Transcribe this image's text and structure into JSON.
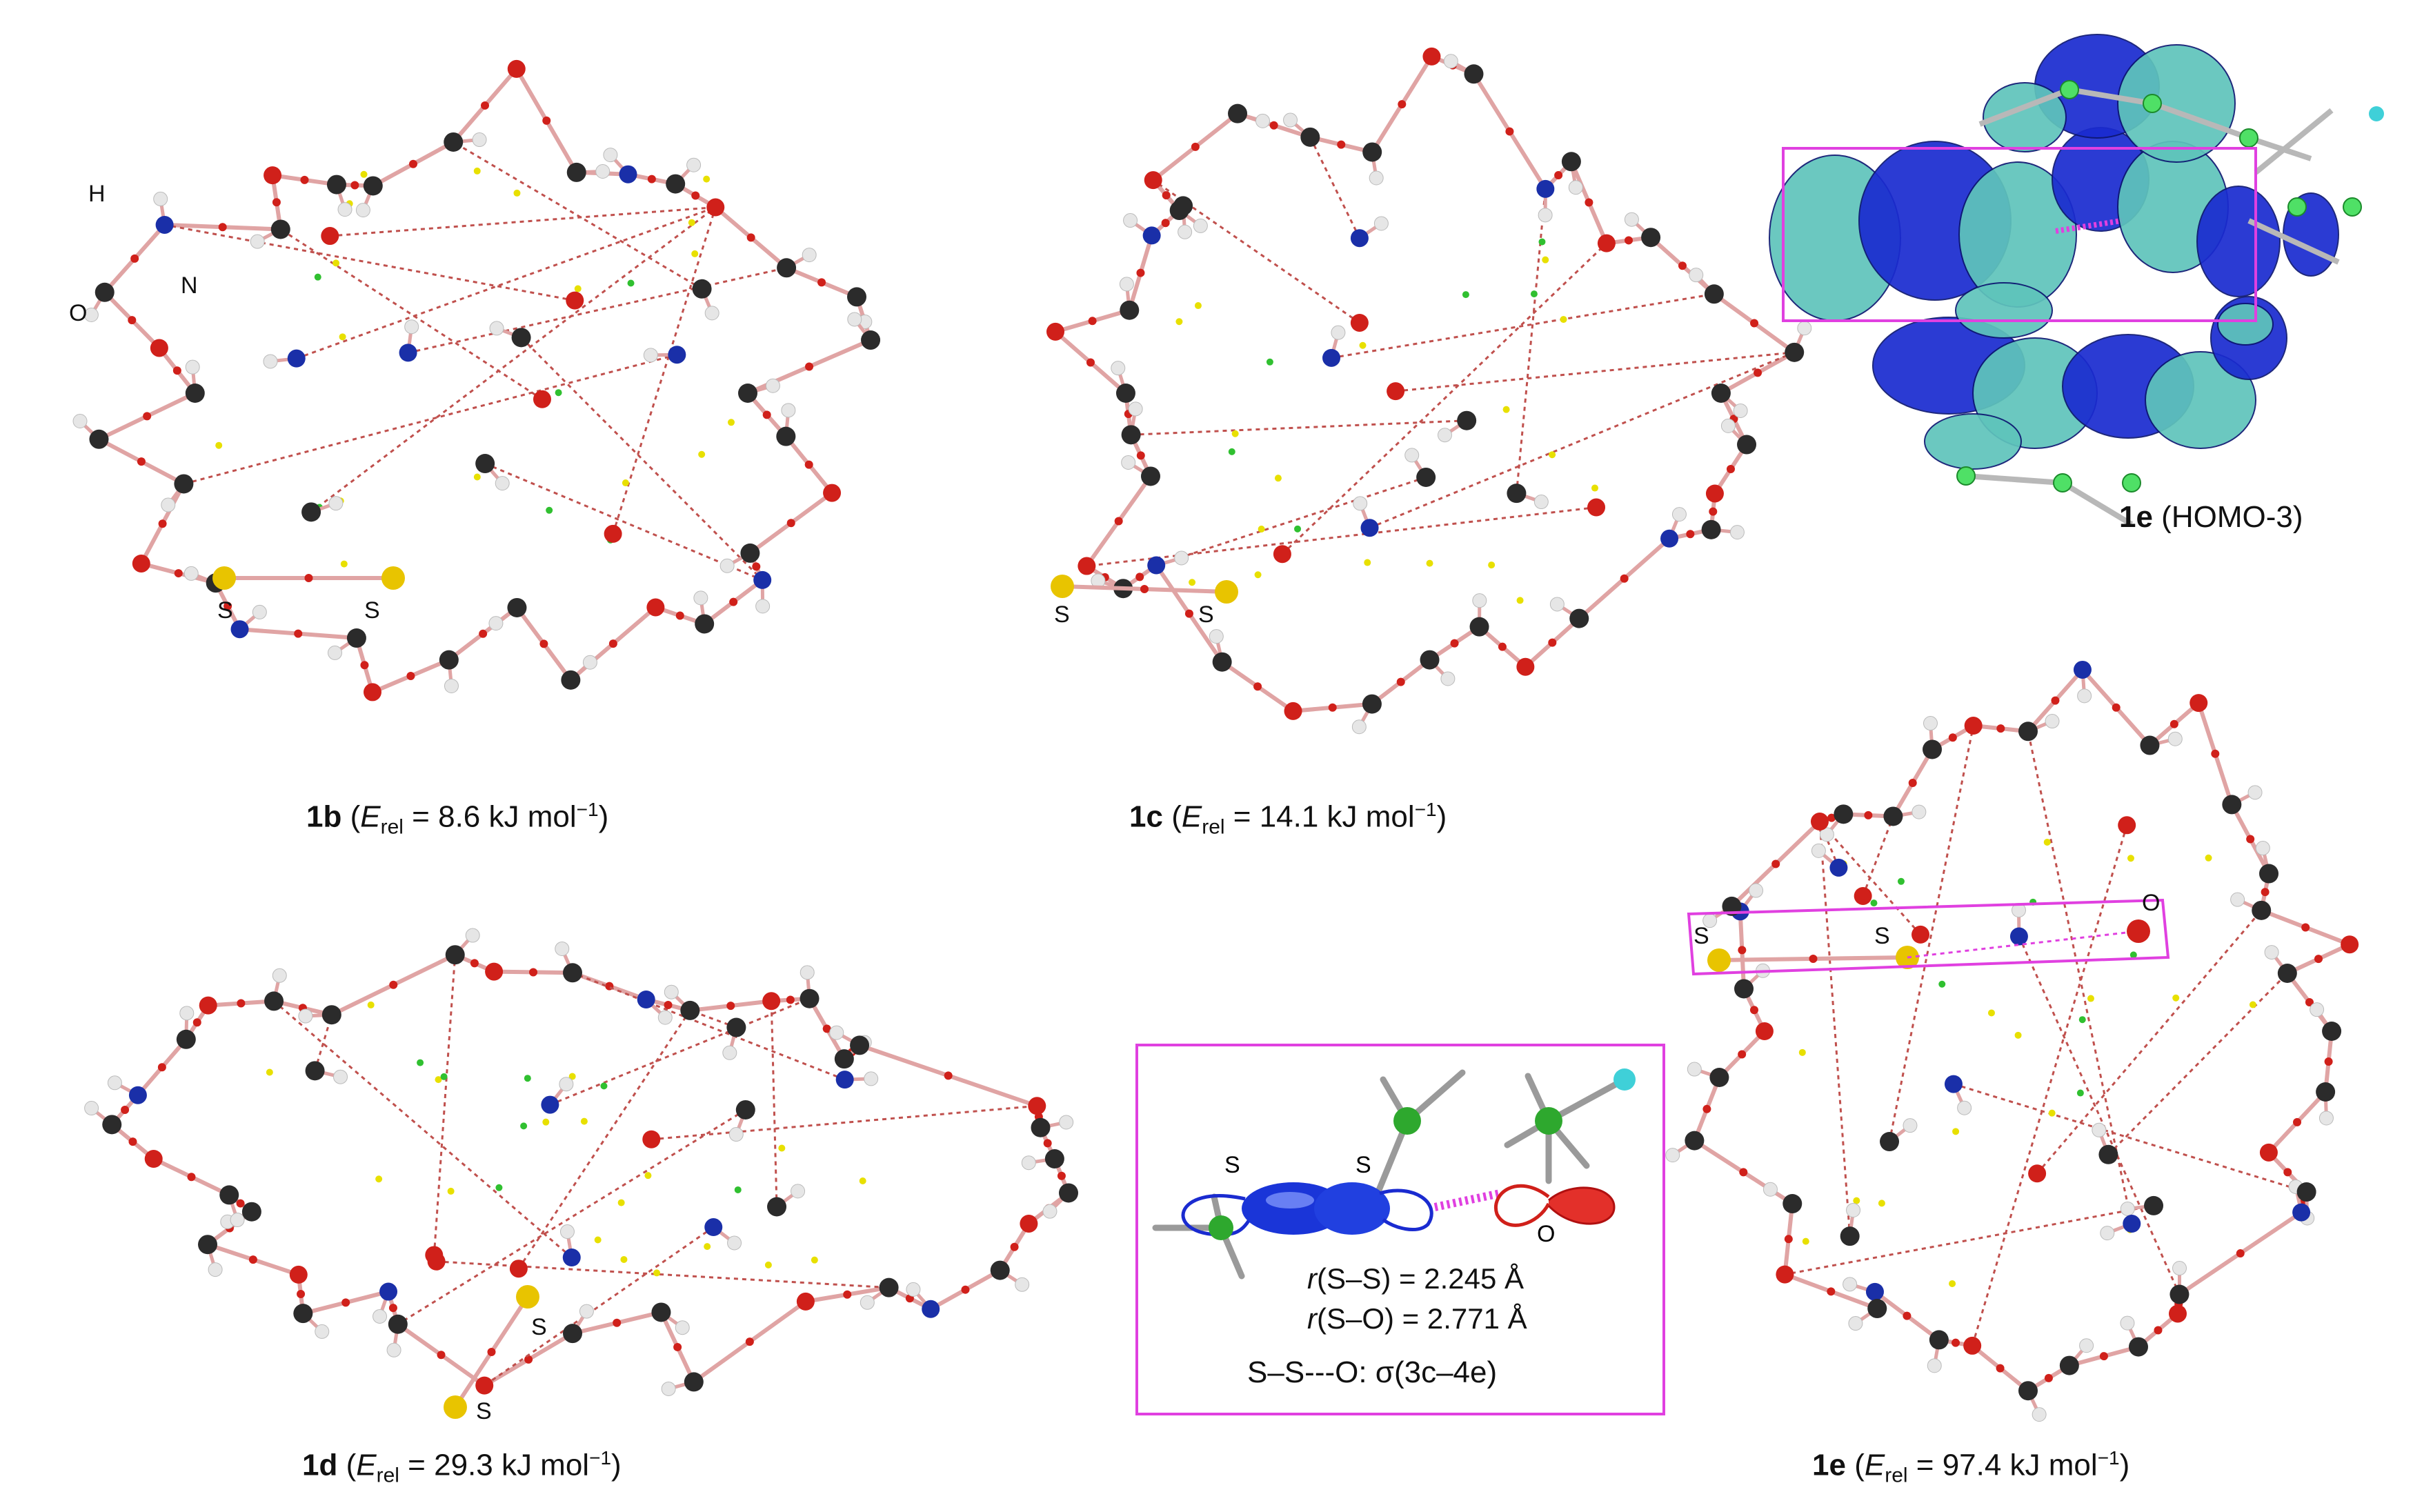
{
  "panels": [
    {
      "id": "1b",
      "caption_bold": "1b",
      "caption_open": "(",
      "e_symbol": "E",
      "e_sub": "rel",
      "e_value": " = 8.6 kJ mol",
      "e_exp": "−1",
      "caption_close": ")"
    },
    {
      "id": "1c",
      "caption_bold": "1c",
      "caption_open": "(",
      "e_symbol": "E",
      "e_sub": "rel",
      "e_value": " = 14.1 kJ mol",
      "e_exp": "−1",
      "caption_close": ")"
    },
    {
      "id": "1d",
      "caption_bold": "1d",
      "caption_open": "(",
      "e_symbol": "E",
      "e_sub": "rel",
      "e_value": " = 29.3 kJ mol",
      "e_exp": "−1",
      "caption_close": ")"
    },
    {
      "id": "1e",
      "caption_bold": "1e",
      "caption_open": "(",
      "e_symbol": "E",
      "e_sub": "rel",
      "e_value": " = 97.4 kJ mol",
      "e_exp": "−1",
      "caption_close": ")"
    }
  ],
  "orbital_caption": {
    "bold": "1e",
    "rest": " (HOMO-3)"
  },
  "atom_labels": {
    "H": "H",
    "N": "N",
    "O": "O",
    "S": "S"
  },
  "inset": {
    "s_label": "S",
    "o_label": "O",
    "r_ss_sym": "r",
    "r_ss": "(S–S) = 2.245 Å",
    "r_so_sym": "r",
    "r_so": "(S–O) = 2.771 Å",
    "bond_text": "S–S---O: σ(3c–4e)"
  },
  "colors": {
    "carbon": "#2b2b2b",
    "oxygen": "#d0201a",
    "nitrogen": "#1a2fa8",
    "sulfur": "#e8c400",
    "hydrogen": "#e6e6e6",
    "bond": "#e0a4a4",
    "hbond": "#c0504d",
    "critical_point_yellow": "#e8e000",
    "critical_point_green": "#30c030",
    "highlight": "#e040e0",
    "orbital_blue": "#1a2bd0",
    "orbital_cyan": "#5fc4bb"
  }
}
